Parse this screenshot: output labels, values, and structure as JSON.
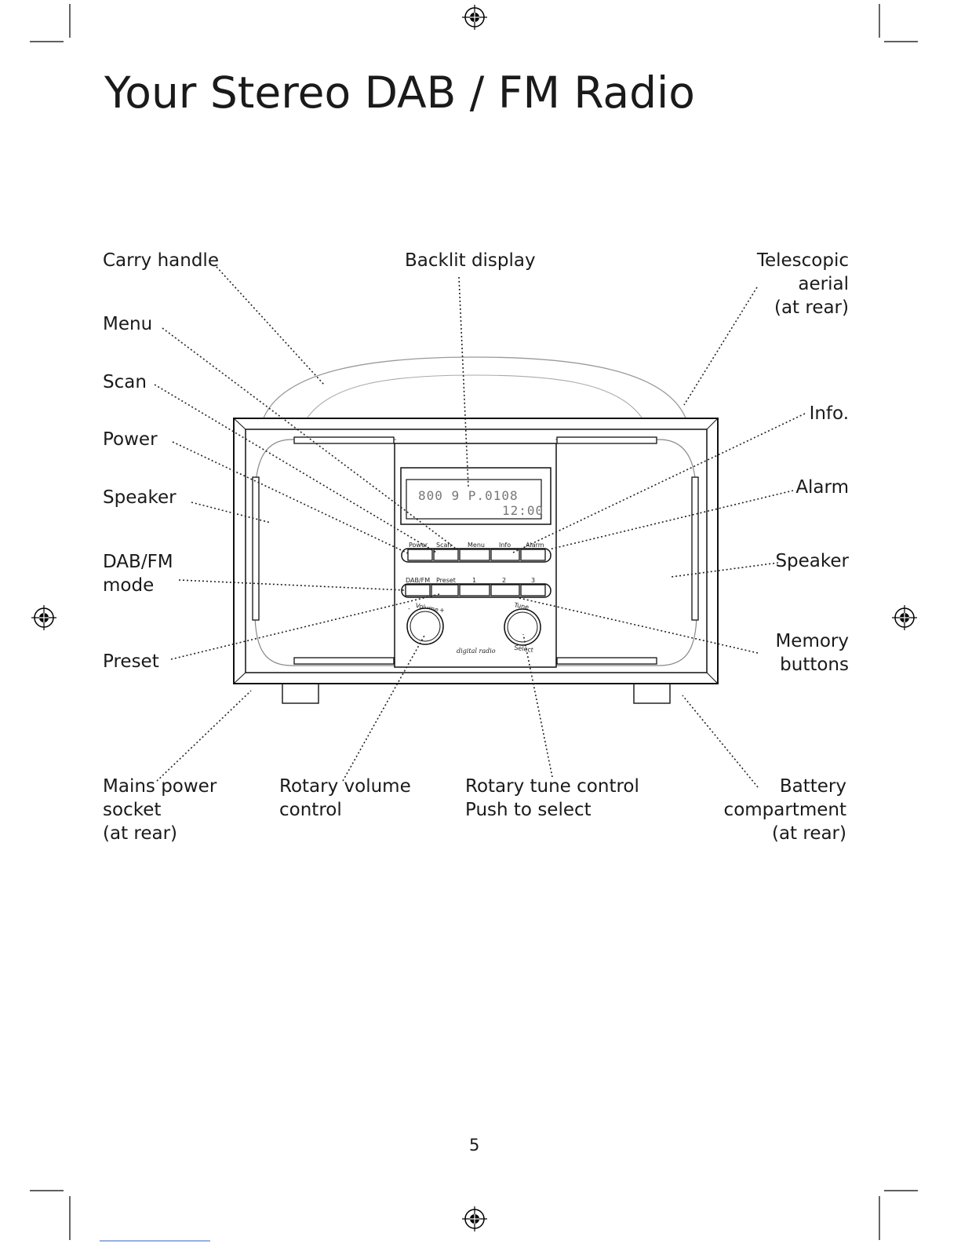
{
  "page": {
    "title": "Your Stereo DAB / FM Radio",
    "page_number": "5"
  },
  "callouts": {
    "carry_handle": [
      "Carry handle"
    ],
    "backlit_display": [
      "Backlit display"
    ],
    "telescopic_aerial": [
      "Telescopic",
      "aerial",
      "(at rear)"
    ],
    "menu": [
      "Menu"
    ],
    "scan": [
      "Scan"
    ],
    "power": [
      "Power"
    ],
    "speaker_left": [
      "Speaker"
    ],
    "dab_fm_mode": [
      "DAB/FM",
      "mode"
    ],
    "preset": [
      "Preset"
    ],
    "info": [
      "Info."
    ],
    "alarm": [
      "Alarm"
    ],
    "speaker_right": [
      "Speaker"
    ],
    "memory_buttons": [
      "Memory",
      "buttons"
    ],
    "mains_power_socket": [
      "Mains power",
      "socket",
      "(at rear)"
    ],
    "rotary_volume_control": [
      "Rotary volume",
      "control"
    ],
    "rotary_tune_control": [
      "Rotary tune control",
      "Push to select"
    ],
    "battery_compartment": [
      "Battery",
      "compartment",
      "(at rear)"
    ]
  },
  "radio_panel": {
    "top_buttons": [
      "Power",
      "Scan",
      "Menu",
      "Info",
      "Alarm"
    ],
    "bottom_buttons": [
      "DAB/FM",
      "Preset",
      "1",
      "2",
      "3"
    ],
    "volume_knob_label": "Volume",
    "volume_minus": "-",
    "volume_plus": "+",
    "tune_knob_label": "Tune",
    "select_label": "Select",
    "brand": "digital radio",
    "display_line1": "800 9  P.0108",
    "display_line2": "12:00"
  }
}
